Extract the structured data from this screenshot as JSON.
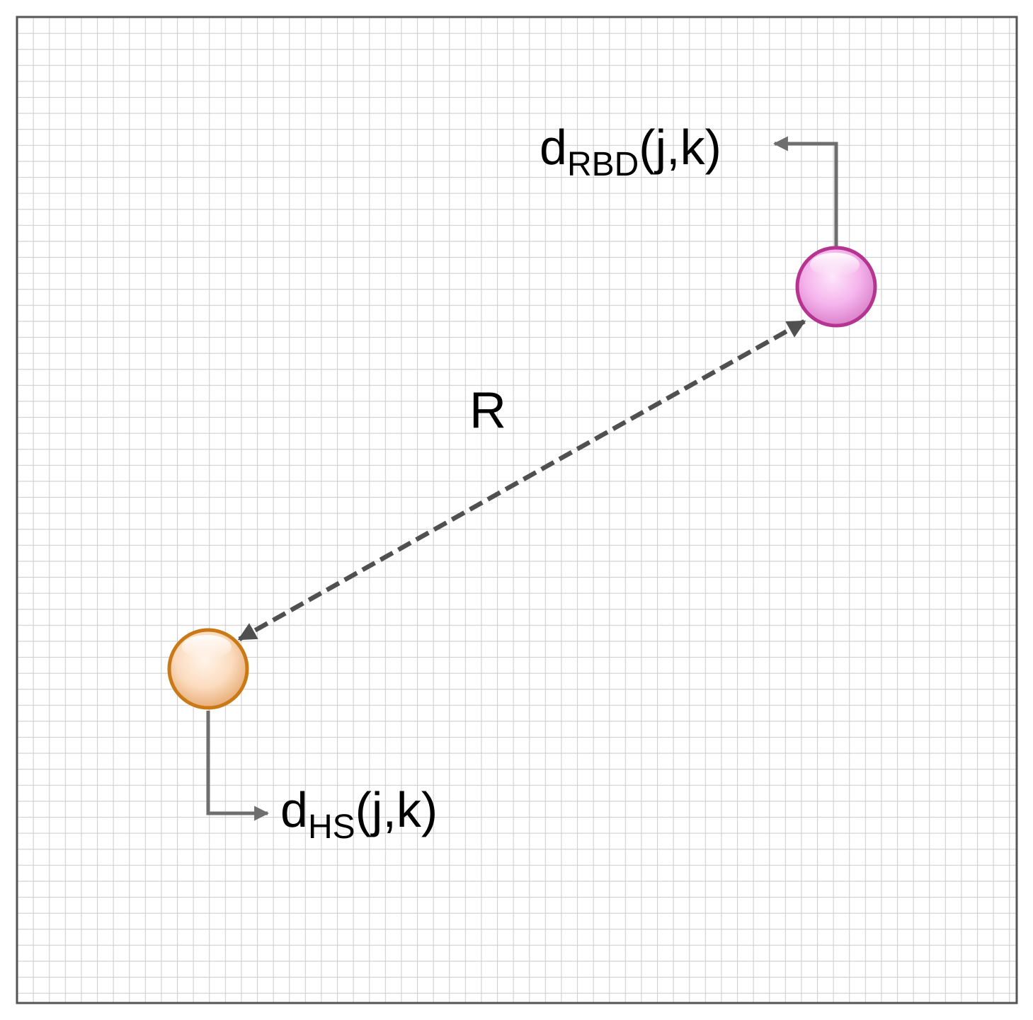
{
  "labels": {
    "distance": "R",
    "rbd": {
      "main": "d",
      "sub": "RBD",
      "args": "(j,k)"
    },
    "hs": {
      "main": "d",
      "sub": "HS",
      "args": "(j,k)"
    }
  },
  "colors": {
    "grid_line": "#cfcfcf",
    "frame": "#555555",
    "arrow": "#6e6e6e",
    "dashed_line": "#505050",
    "rbd_fill": "#f5b3ec",
    "rbd_stroke": "#b5348f",
    "hs_fill": "#fcdcc0",
    "hs_stroke": "#c97a16"
  },
  "icons": {
    "rbd": "pink-sphere-icon",
    "hs": "orange-sphere-icon"
  }
}
